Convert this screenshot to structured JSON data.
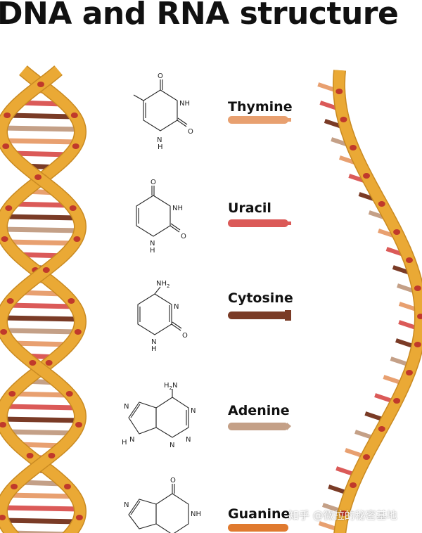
{
  "title": "DNA and RNA structure",
  "colors": {
    "strand": "#eaa935",
    "strand_edge": "#c98a22",
    "dot": "#c0392b",
    "thymine": "#e8a070",
    "uracil": "#db5a58",
    "cytosine": "#7a3b26",
    "adenine": "#c4a087",
    "guanine": "#e07a2f"
  },
  "bases": [
    {
      "name": "Thymine",
      "color": "#e8a070"
    },
    {
      "name": "Uracil",
      "color": "#db5a58"
    },
    {
      "name": "Cytosine",
      "color": "#7a3b26"
    },
    {
      "name": "Adenine",
      "color": "#c4a087"
    },
    {
      "name": "Guanine",
      "color": "#e07a2f"
    }
  ],
  "atoms": {
    "o": "O",
    "nh": "NH",
    "n": "N",
    "h": "H",
    "nh2": "NH",
    "nh2_sub": "2",
    "h2n": "H",
    "h2n_sub": "2",
    "h2n_n": "N"
  },
  "watermark": "知乎 @微拉的秘密基地"
}
